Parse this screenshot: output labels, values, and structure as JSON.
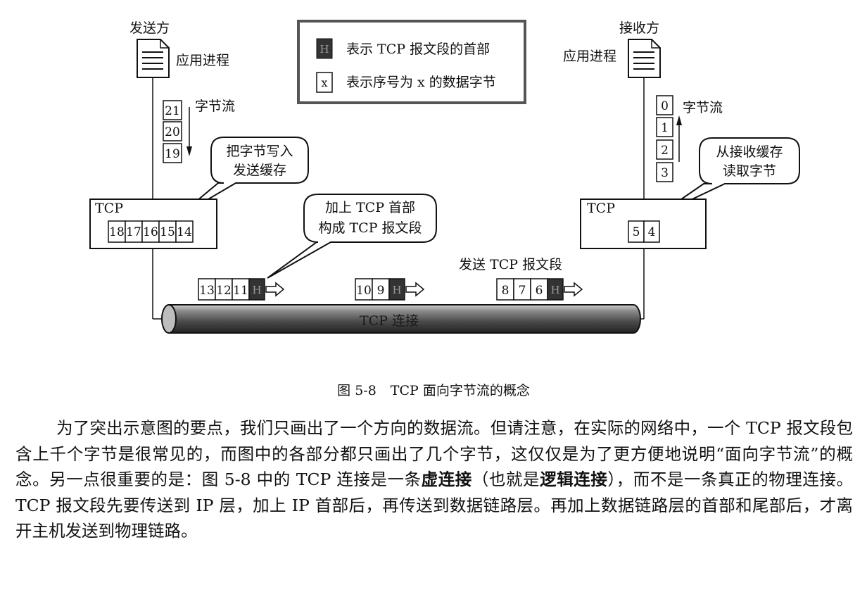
{
  "figure": {
    "sender": {
      "title": "发送方",
      "app_label": "应用进程",
      "stream_label": "字节流",
      "stream_bytes": [
        "21",
        "20",
        "19"
      ],
      "bubble": [
        "把字节写入",
        "发送缓存"
      ],
      "tcp_label": "TCP",
      "buffer_bytes": [
        "18",
        "17",
        "16",
        "15",
        "14"
      ]
    },
    "receiver": {
      "title": "接收方",
      "app_label": "应用进程",
      "stream_label": "字节流",
      "stream_bytes": [
        "0",
        "1",
        "2",
        "3"
      ],
      "bubble": [
        "从接收缓存",
        "读取字节"
      ],
      "tcp_label": "TCP",
      "buffer_bytes": [
        "5",
        "4"
      ]
    },
    "legend": {
      "header_mark": "H",
      "header_text": "表示 TCP 报文段的首部",
      "byte_mark": "x",
      "byte_text": "表示序号为 x 的数据字节"
    },
    "middle_bubble": [
      "加上 TCP 首部",
      "构成 TCP 报文段"
    ],
    "send_label": "发送 TCP 报文段",
    "segments": [
      {
        "bytes": [
          "13",
          "12",
          "11"
        ],
        "header": "H"
      },
      {
        "bytes": [
          "10",
          "9"
        ],
        "header": "H"
      },
      {
        "bytes": [
          "8",
          "7",
          "6"
        ],
        "header": "H"
      }
    ],
    "pipe_label": "TCP 连接"
  },
  "caption": {
    "number": "图 5-8",
    "title": "TCP 面向字节流的概念"
  },
  "paragraph": {
    "t1": "为了突出示意图的要点，我们只画出了一个方向的数据流。但请注意，在实际的网络中，一个 TCP 报文段包含上千个字节是很常见的，而图中的各部分都只画出了几个字节，这仅仅是为了更方便地说明“面向字节流”的概念。另一点很重要的是：图 5-8 中的 TCP 连接是一条",
    "b1": "虚连接",
    "t2": "（也就是",
    "b2": "逻辑连接",
    "t3": "），而不是一条真正的物理连接。TCP 报文段先要传送到 IP 层，加上 IP 首部后，再传送到数据链路层。再加上数据链路层的首部和尾部后，才离开主机发送到物理链路。"
  }
}
